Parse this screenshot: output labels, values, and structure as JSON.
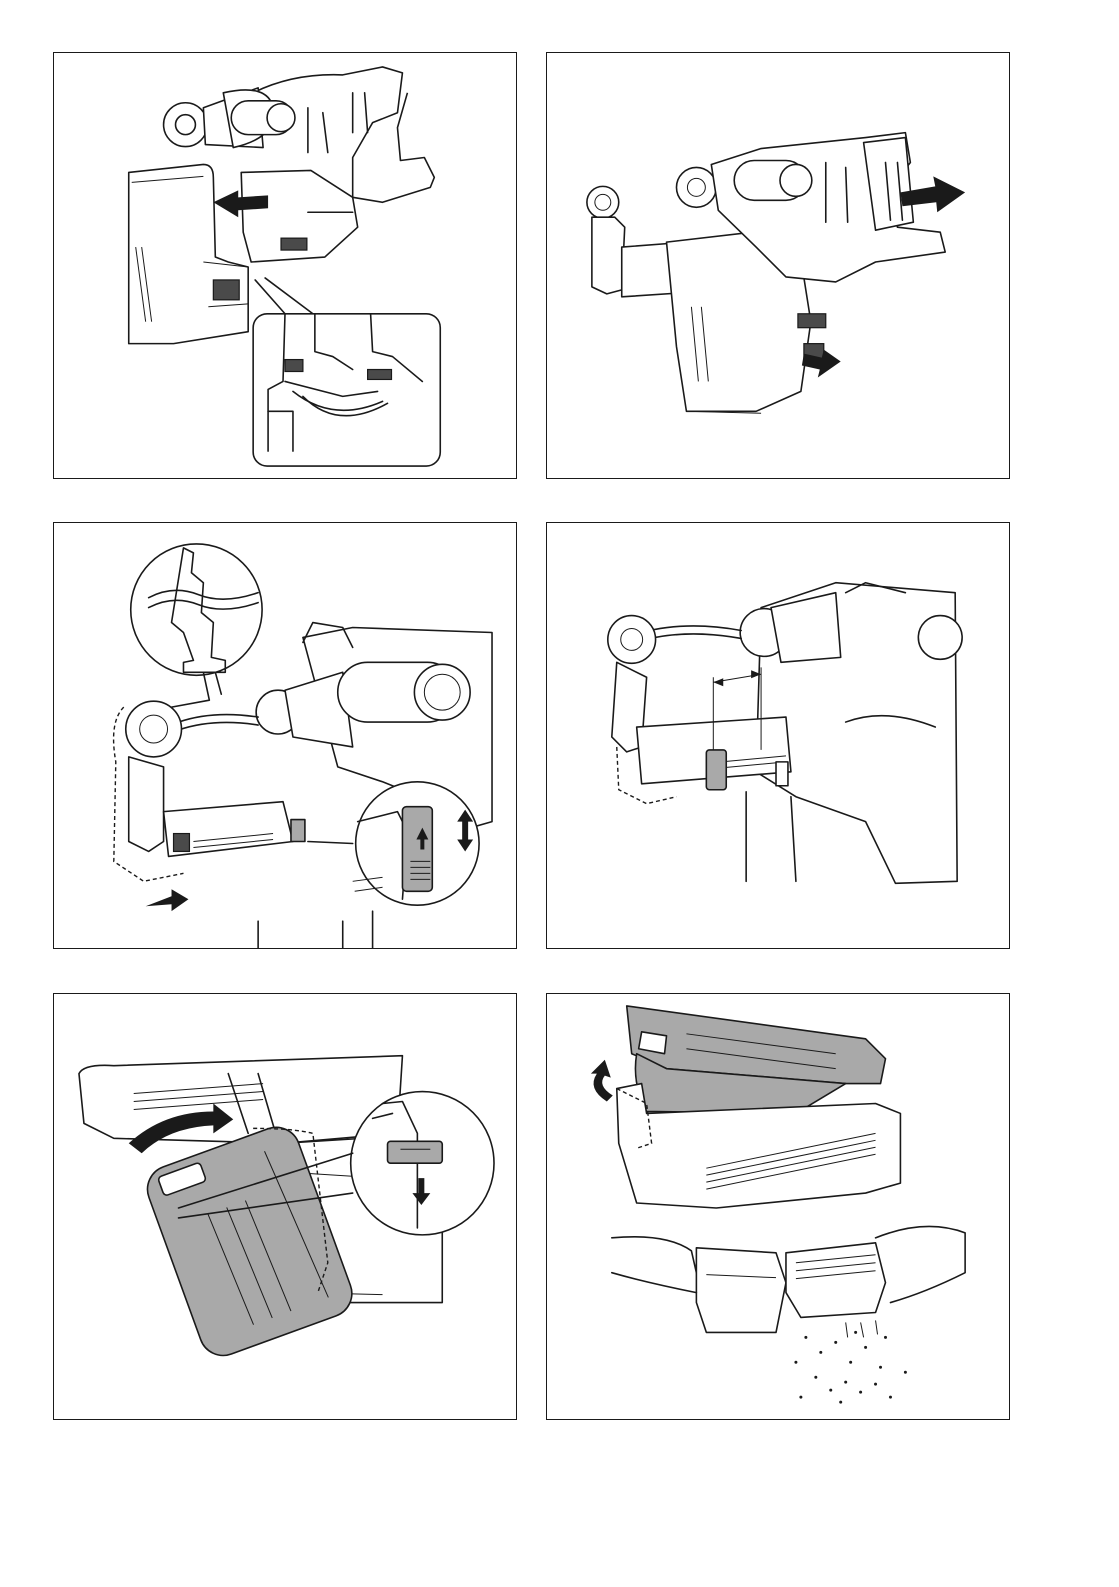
{
  "page": {
    "background": "#ffffff",
    "line_color": "#1a1a1a",
    "accent_gray": "#a9a9a9"
  },
  "figures": [
    {
      "id": "fig-1",
      "icon": "arrow-left-icon",
      "subject": "tool-removed-from-dust-extractor"
    },
    {
      "id": "fig-2",
      "icon": "arrow-right-icon",
      "subject": "tool-pulled-off-while-pressing-button"
    },
    {
      "id": "fig-3",
      "icon": "arrow-updown-icon",
      "subject": "bit-inserted-nozzle-slid"
    },
    {
      "id": "fig-4",
      "icon": "dimension-arrow-icon",
      "subject": "depth-adjustment"
    },
    {
      "id": "fig-5",
      "icon": "arrow-curve-icon",
      "subject": "dust-box-removed"
    },
    {
      "id": "fig-6",
      "icon": "arrow-up-icon",
      "subject": "dust-emptied-from-filter"
    }
  ]
}
